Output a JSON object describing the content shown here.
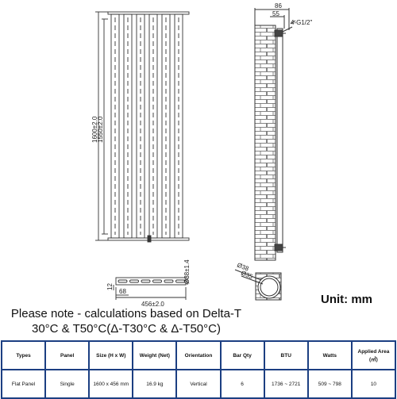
{
  "front_view": {
    "height_outer": "1600±2.0",
    "height_inner": "1550±2.0"
  },
  "side_view": {
    "depth_outer": "86",
    "depth_inner": "55",
    "valve_thread": "4-G1/2\""
  },
  "plan_view": {
    "width": "456±2.0",
    "tube_width": "68",
    "tube_gap": "12",
    "tube_depth": "Ø38±1.4"
  },
  "section_view": {
    "outer_diameter": "Ø38",
    "inner_diameter": "Ø35"
  },
  "note": {
    "line1": "Please note - calculations based on Delta-T",
    "line2": "30°C & T50°C(Δ-T30°C & Δ-T50°C)"
  },
  "unit_label": "Unit: mm",
  "table": {
    "headers": [
      "Types",
      "Panel",
      "Size (H x W)",
      "Weight (Net)",
      "Orientation",
      "Bar Qty",
      "BTU",
      "Watts",
      "Applied Area (㎡)"
    ],
    "rows": [
      [
        "Flat Panel",
        "Single",
        "1600 x 456 mm",
        "16.9 kg",
        "Vertical",
        "6",
        "1736 ~ 2721",
        "509 ~ 798",
        "10"
      ]
    ]
  }
}
